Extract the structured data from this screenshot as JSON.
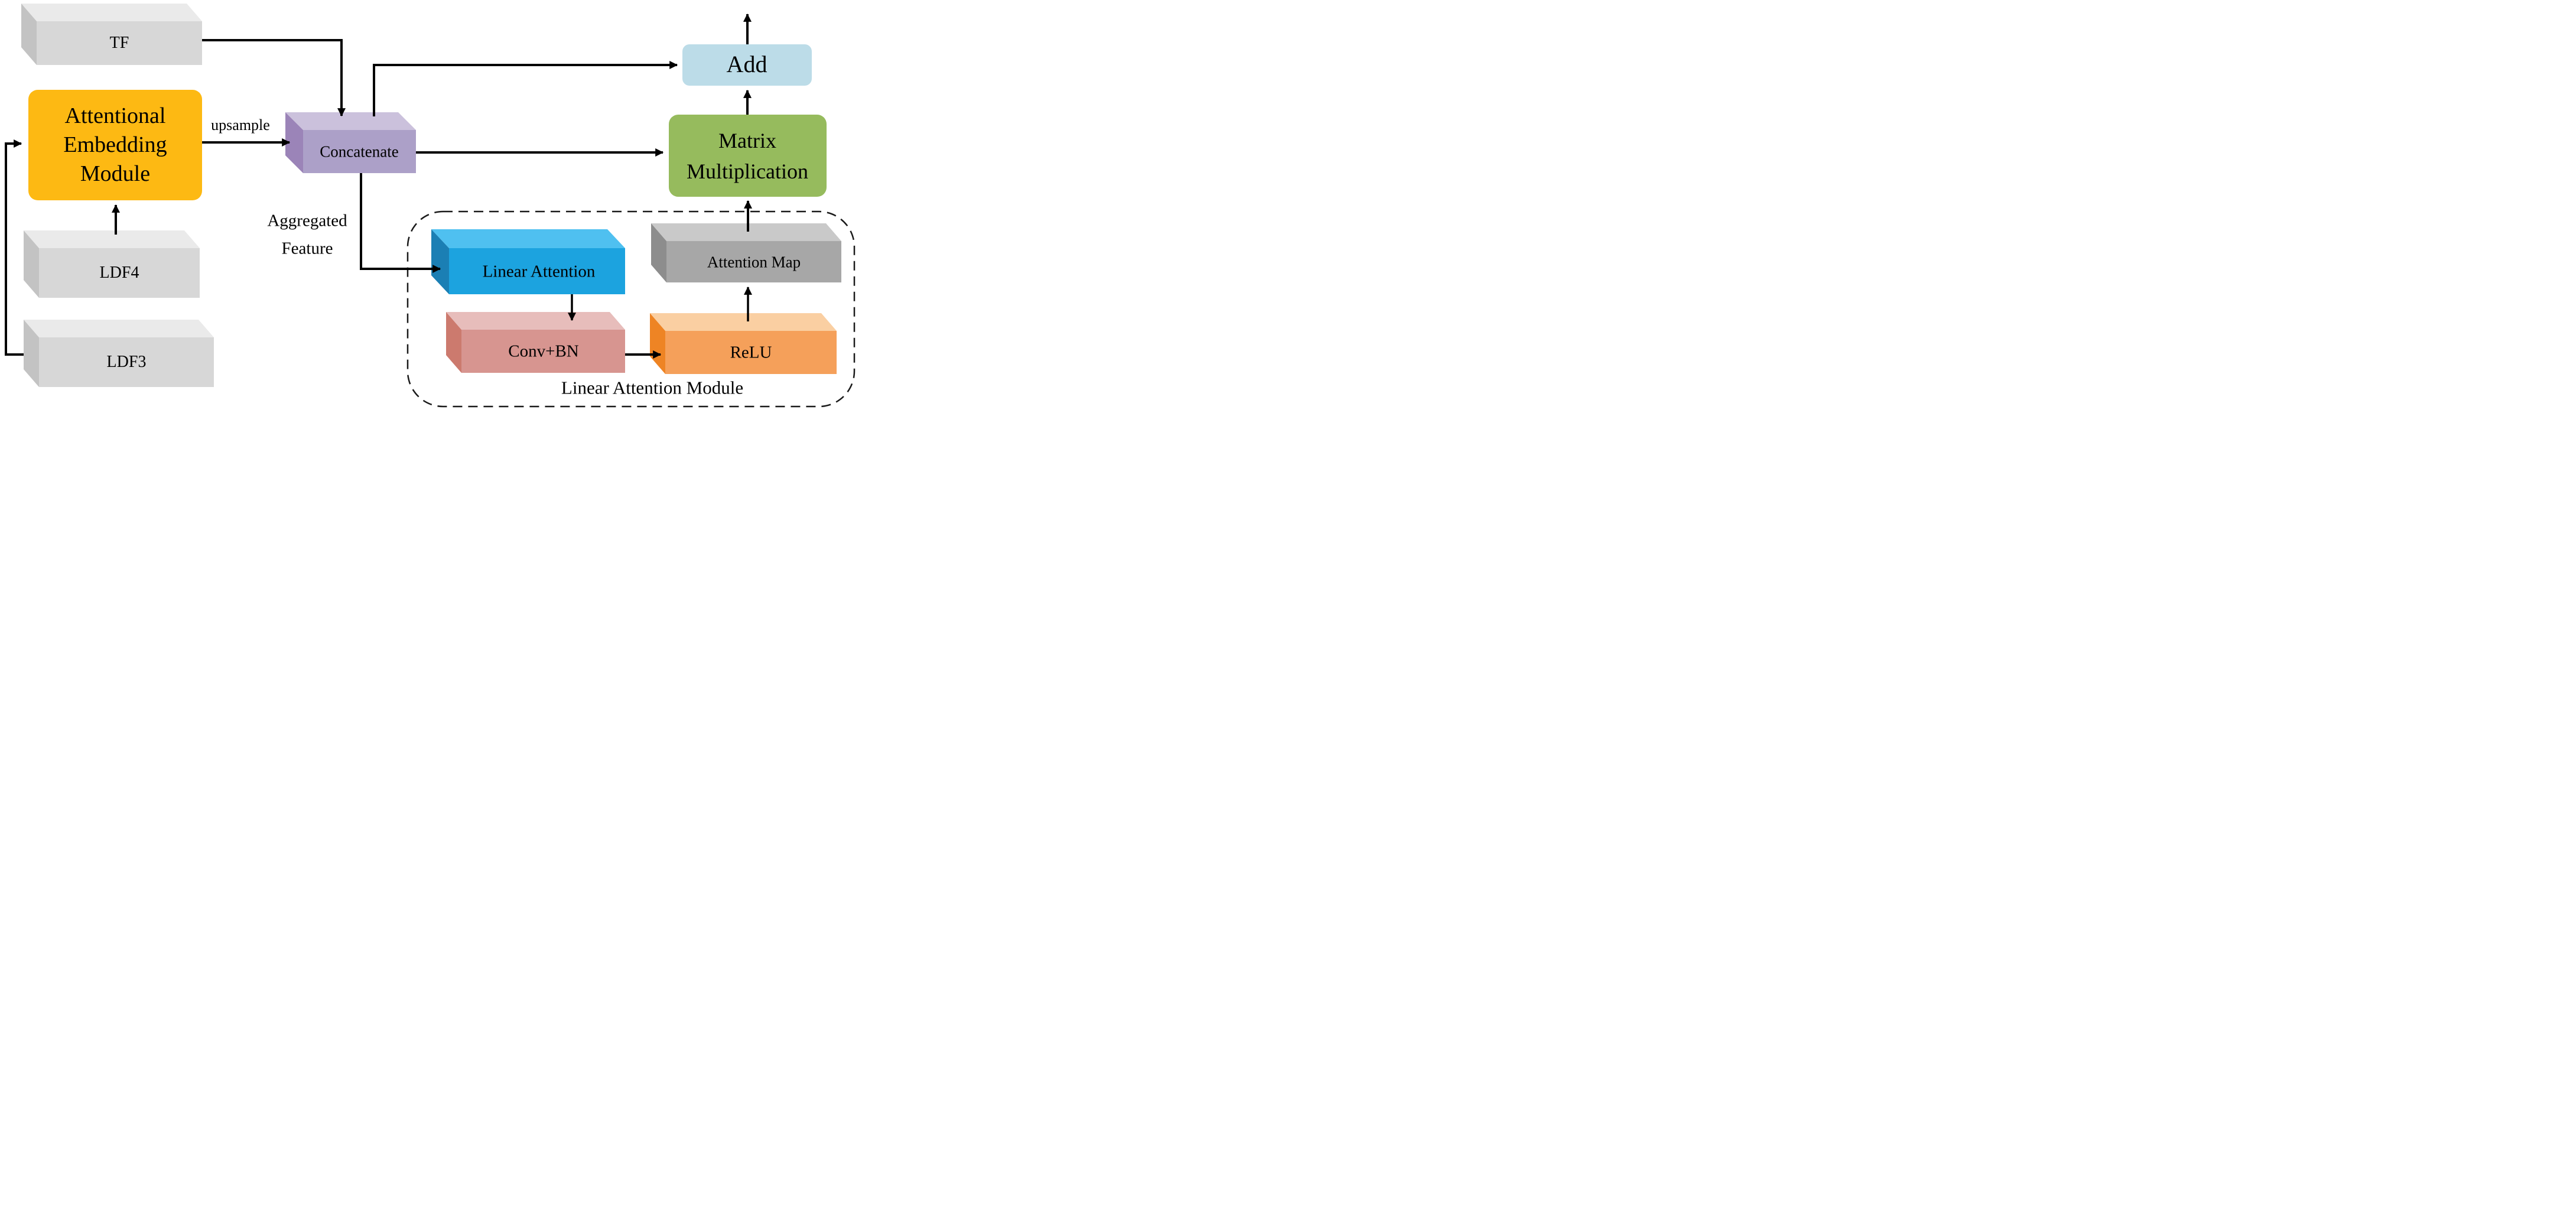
{
  "diagram": {
    "blocks": {
      "tf": {
        "label": "TF",
        "colors": {
          "front": "#D7D7D7",
          "top": "#EAEAEA",
          "left": "#C3C3C3"
        }
      },
      "aem": {
        "label_lines": [
          "Attentional",
          "Embedding",
          "Module"
        ],
        "color": "#FDB913"
      },
      "ldf4": {
        "label": "LDF4",
        "colors": {
          "front": "#D7D7D7",
          "top": "#EAEAEA",
          "left": "#C3C3C3"
        }
      },
      "ldf3": {
        "label": "LDF3",
        "colors": {
          "front": "#D7D7D7",
          "top": "#EAEAEA",
          "left": "#C3C3C3"
        }
      },
      "concatenate": {
        "label": "Concatenate",
        "colors": {
          "front": "#ACA0C8",
          "top": "#CBC1DC",
          "left": "#9B84B8"
        }
      },
      "add": {
        "label": "Add",
        "color": "#BCDCE8"
      },
      "matmul": {
        "label_lines": [
          "Matrix",
          "Multiplication"
        ],
        "color": "#96BB5D"
      },
      "linear_attention": {
        "label": "Linear Attention",
        "colors": {
          "front": "#1CA3DF",
          "top": "#4FC0F0",
          "left": "#1B7FB4"
        }
      },
      "conv_bn": {
        "label": "Conv+BN",
        "colors": {
          "front": "#D79590",
          "top": "#E7BDBB",
          "left": "#CC7A6E"
        }
      },
      "relu": {
        "label": "ReLU",
        "colors": {
          "front": "#F5A05A",
          "top": "#FACFA2",
          "left": "#EE8424"
        }
      },
      "attention_map": {
        "label": "Attention Map",
        "colors": {
          "front": "#A7A7A7",
          "top": "#C9C9C9",
          "left": "#8D8D8D"
        }
      }
    },
    "labels": {
      "upsample": "upsample",
      "aggregated_feature_lines": [
        "Aggregated",
        "Feature"
      ],
      "lam_container": "Linear Attention Module"
    }
  }
}
